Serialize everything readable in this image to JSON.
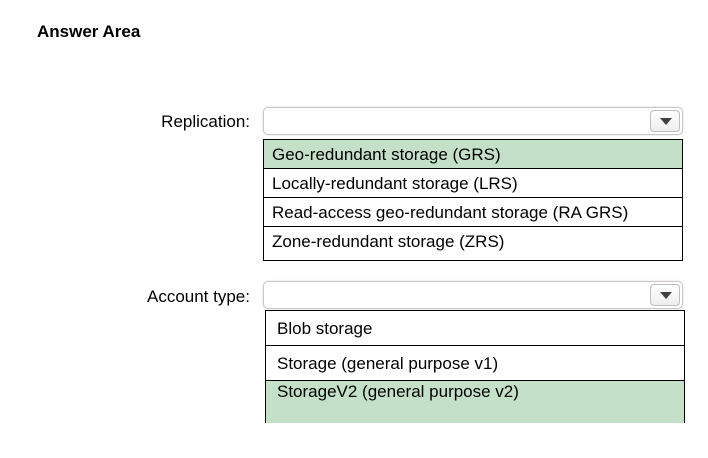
{
  "title": "Answer Area",
  "replication": {
    "label": "Replication:",
    "selected_value": "",
    "options": [
      {
        "label": "Geo-redundant storage (GRS)",
        "selected": true
      },
      {
        "label": "Locally-redundant storage (LRS)",
        "selected": false
      },
      {
        "label": "Read-access geo-redundant storage (RA GRS)",
        "selected": false
      },
      {
        "label": "Zone-redundant storage (ZRS)",
        "selected": false
      }
    ]
  },
  "account_type": {
    "label": "Account type:",
    "selected_value": "",
    "options": [
      {
        "label": "Blob storage",
        "selected": false
      },
      {
        "label": "Storage (general purpose v1)",
        "selected": false
      },
      {
        "label": "StorageV2 (general purpose v2)",
        "selected": true
      }
    ]
  },
  "colors": {
    "selected_highlight": "#c5e0c9",
    "list_border": "#000000"
  },
  "icons": {
    "dropdown": "chevron-down-icon"
  }
}
